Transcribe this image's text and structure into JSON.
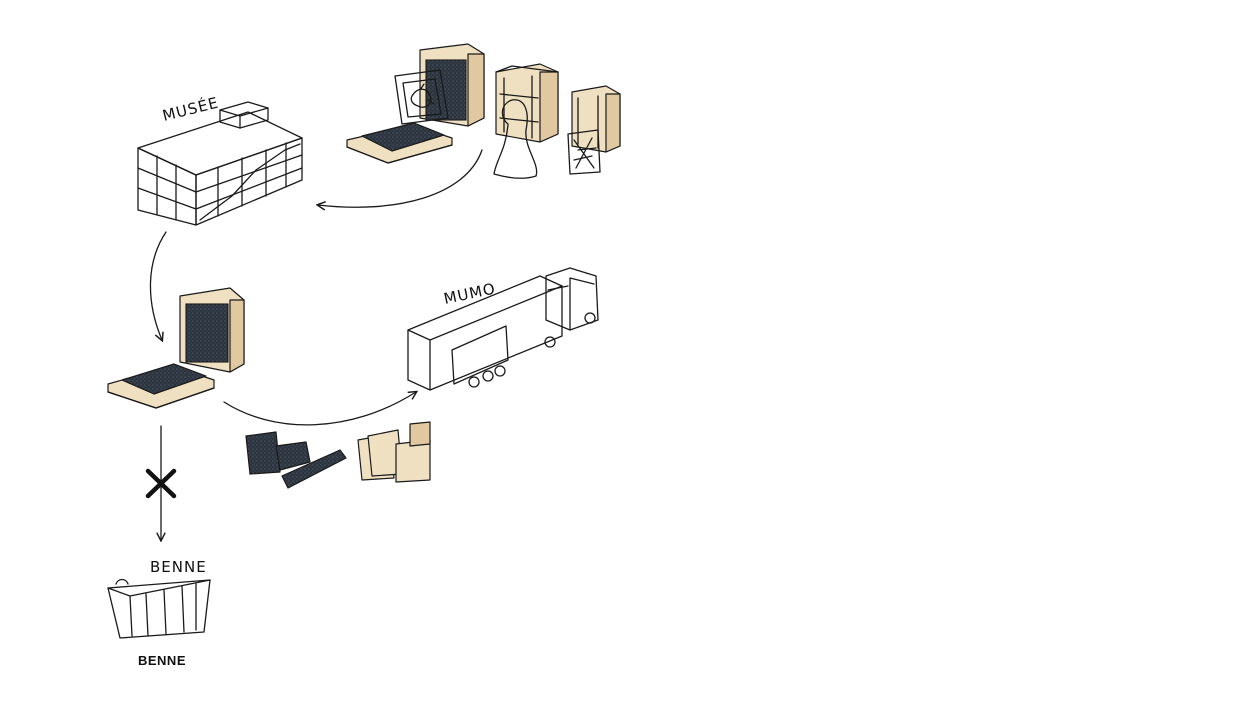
{
  "labels": {
    "museum": "MUSÉE",
    "truck": "MUMO",
    "dumpster_handwritten": "BENNE",
    "dumpster_caption": "BENNE"
  },
  "colors": {
    "ink": "#1a1a1a",
    "foam": "#2d3540",
    "wood": "#efe0c2",
    "background": "#ffffff"
  },
  "icons": [
    "museum-building-icon",
    "crates-and-artworks-icon",
    "crate-and-foam-icon",
    "truck-icon",
    "recycled-materials-icon",
    "cross-mark-icon",
    "dumpster-icon"
  ]
}
